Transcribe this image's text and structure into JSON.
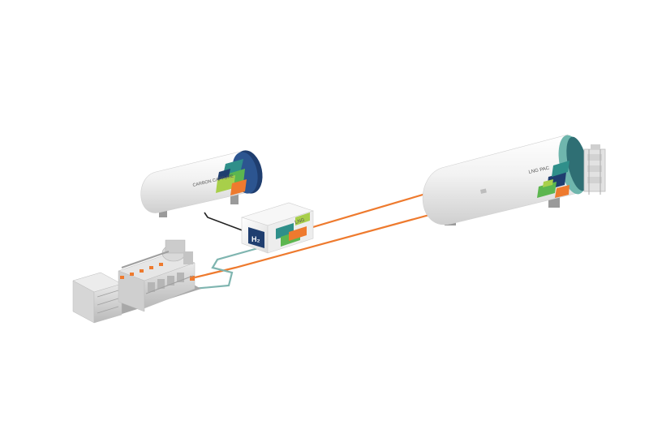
{
  "tanks": {
    "carbon_capture": {
      "label": "CARBON CAPTURE"
    },
    "lng_pac": {
      "label": "LNG PAC"
    }
  },
  "fuel_module": {
    "h2_label": "H₂",
    "lng_label": "LNG"
  },
  "colors": {
    "pipe_fuel": "#ee7a2e",
    "pipe_teal": "#7fb5b0",
    "pipe_black": "#222222",
    "brand_navy": "#1f3e6f",
    "brand_teal": "#2f8f8a",
    "brand_green": "#5cb64f",
    "brand_lime": "#a8cf4a",
    "brand_orange": "#ee7a2e",
    "tank_white": "#f4f4f4",
    "engine_grey": "#cfcfcf"
  },
  "icons": [
    "carbon-capture-tank-icon",
    "lng-tank-icon",
    "fuel-module-icon",
    "engine-genset-icon",
    "cold-box-icon"
  ]
}
